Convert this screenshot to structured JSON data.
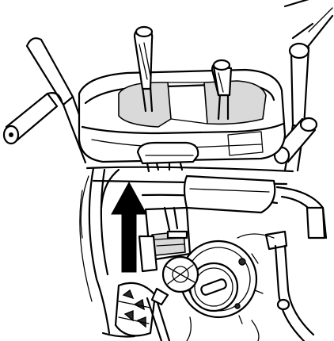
{
  "figure": {
    "subject": "snow-blower-handlebar-assembly",
    "indicator": {
      "kind": "arrow",
      "direction": "up",
      "color": "#000000"
    },
    "colors": {
      "line": "#000000",
      "background": "#ffffff",
      "shade": "#d9d9d9",
      "dark": "#2b2b2b"
    }
  }
}
